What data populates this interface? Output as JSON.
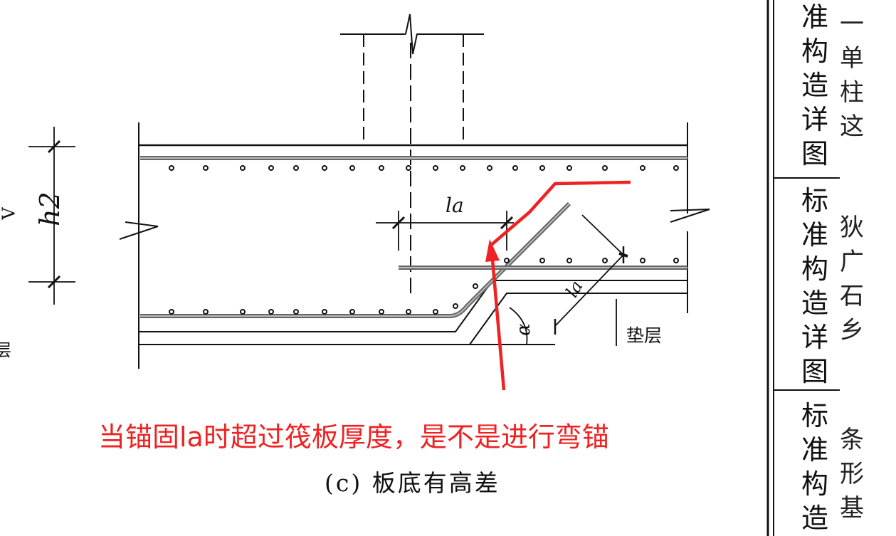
{
  "question_text": "当锚固la时超过筏板厚度，是不是进行弯锚",
  "subcaption": "(c) 板底有高差",
  "labels": {
    "h2": "h2",
    "la_horizontal": "la",
    "la_inclined": "la",
    "angle": "α",
    "cushion_layer": "垫层",
    "left_edge_fragment": "层",
    "left_edge_mark": "V"
  },
  "side_panel": {
    "stacks": [
      [
        "准",
        "构",
        "造",
        "详",
        "图"
      ],
      [
        "标",
        "准",
        "构",
        "造",
        "详",
        "图"
      ],
      [
        "标",
        "准",
        "构",
        "造"
      ]
    ],
    "fragments": [
      [
        "一",
        "单",
        "柱",
        "这"
      ],
      [
        "狄",
        "广",
        "石",
        "乡"
      ],
      [
        "条",
        "形",
        "基"
      ]
    ]
  },
  "colors": {
    "annotation": "#ee2222",
    "line": "#111111",
    "rebar": "#555555"
  }
}
